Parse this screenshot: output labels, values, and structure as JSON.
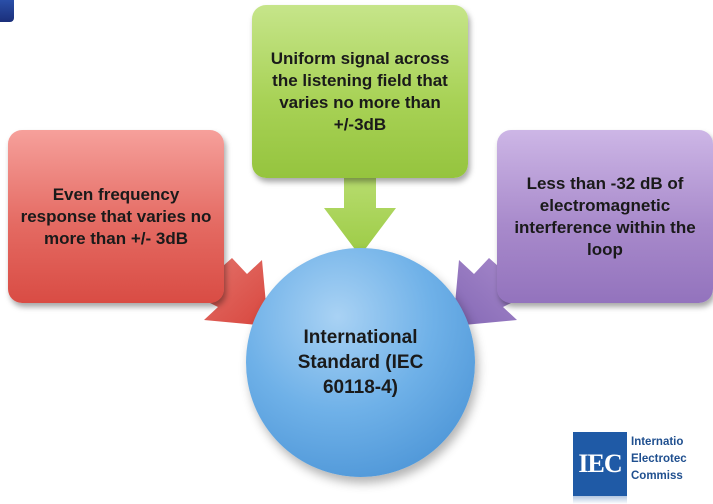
{
  "diagram": {
    "center": {
      "label": "International Standard (IEC 60118-4)"
    },
    "boxes": [
      {
        "label": "Even frequency response that varies no more than +/- 3dB",
        "color": "#e46a62"
      },
      {
        "label": "Uniform signal across the listening field that varies no more than +/-3dB",
        "color": "#a8d256"
      },
      {
        "label": "Less than -32 dB of electromagnetic interference within the loop",
        "color": "#a88acb"
      }
    ]
  },
  "logo": {
    "mark": "IEC",
    "lines": [
      "Internatio",
      "Electrotec",
      "Commiss"
    ]
  },
  "colors": {
    "circle": "#6fb1e8",
    "logo_blue": "#1f5aa6"
  }
}
